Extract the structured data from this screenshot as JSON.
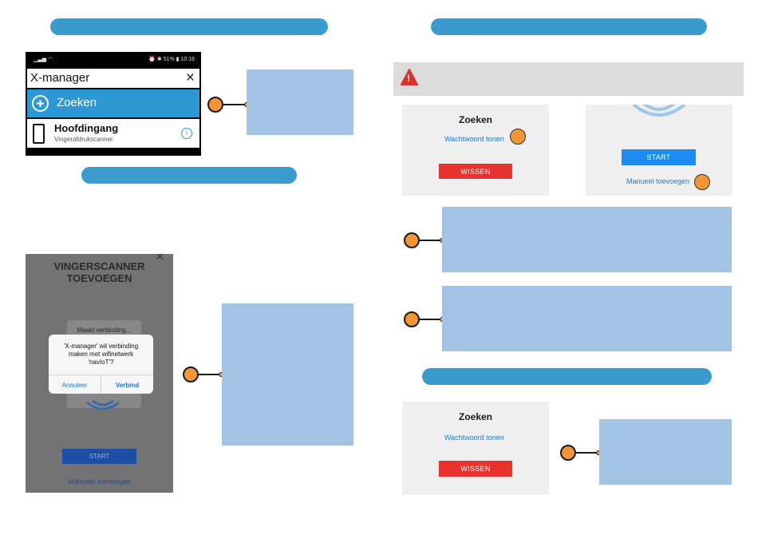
{
  "phone_screen": {
    "status_left": "▁▃▅ ◠",
    "status_right": "⏰ ✱ 51% ▮ 10:16",
    "search_value": "X-manager",
    "close_symbol": "×",
    "search_action_label": "Zoeken",
    "result_title": "Hoofdingang",
    "result_subtitle": "Vingerafdrukscanner",
    "info_symbol": "i"
  },
  "dialog_screen": {
    "title_line1": "VINGERSCANNER",
    "title_line2": "TOEVOEGEN",
    "close_symbol": "×",
    "connecting_text": "Maakt verbinding...",
    "dialog_message": "'X-manager' wil verbinding maken met wifinetwerk 'navIoT'?",
    "cancel_label": "Annuleer",
    "connect_label": "Verbind",
    "start_label": "START",
    "manual_add_label": "Manueel toevoegen"
  },
  "right_panels": {
    "search_panel": {
      "title": "Zoeken",
      "show_password_label": "Wachtwoord tonen",
      "clear_label": "WISSEN"
    },
    "start_panel": {
      "start_label": "START",
      "manual_add_label": "Manueel toevoegen"
    },
    "bottom_search_panel": {
      "title": "Zoeken",
      "show_password_label": "Wachtwoord tonen",
      "clear_label": "WISSEN"
    }
  },
  "warning_bar": {
    "icon": "warning-icon",
    "icon_glyph": "!"
  },
  "colors": {
    "pill": "#3a9bcf",
    "placeholder_box": "#a2c3e3",
    "callout_dot": "#f29537",
    "warning_red": "#d9342b",
    "button_red": "#e8322e",
    "button_blue": "#1c8bf2"
  }
}
